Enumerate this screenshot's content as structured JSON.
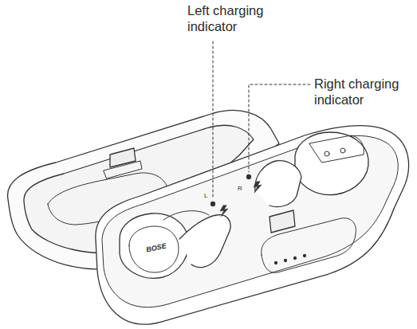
{
  "diagram": {
    "labels": [
      "Left charging indicator",
      "Right charging indicator",
      "L",
      "R",
      "BOSE"
    ]
  }
}
